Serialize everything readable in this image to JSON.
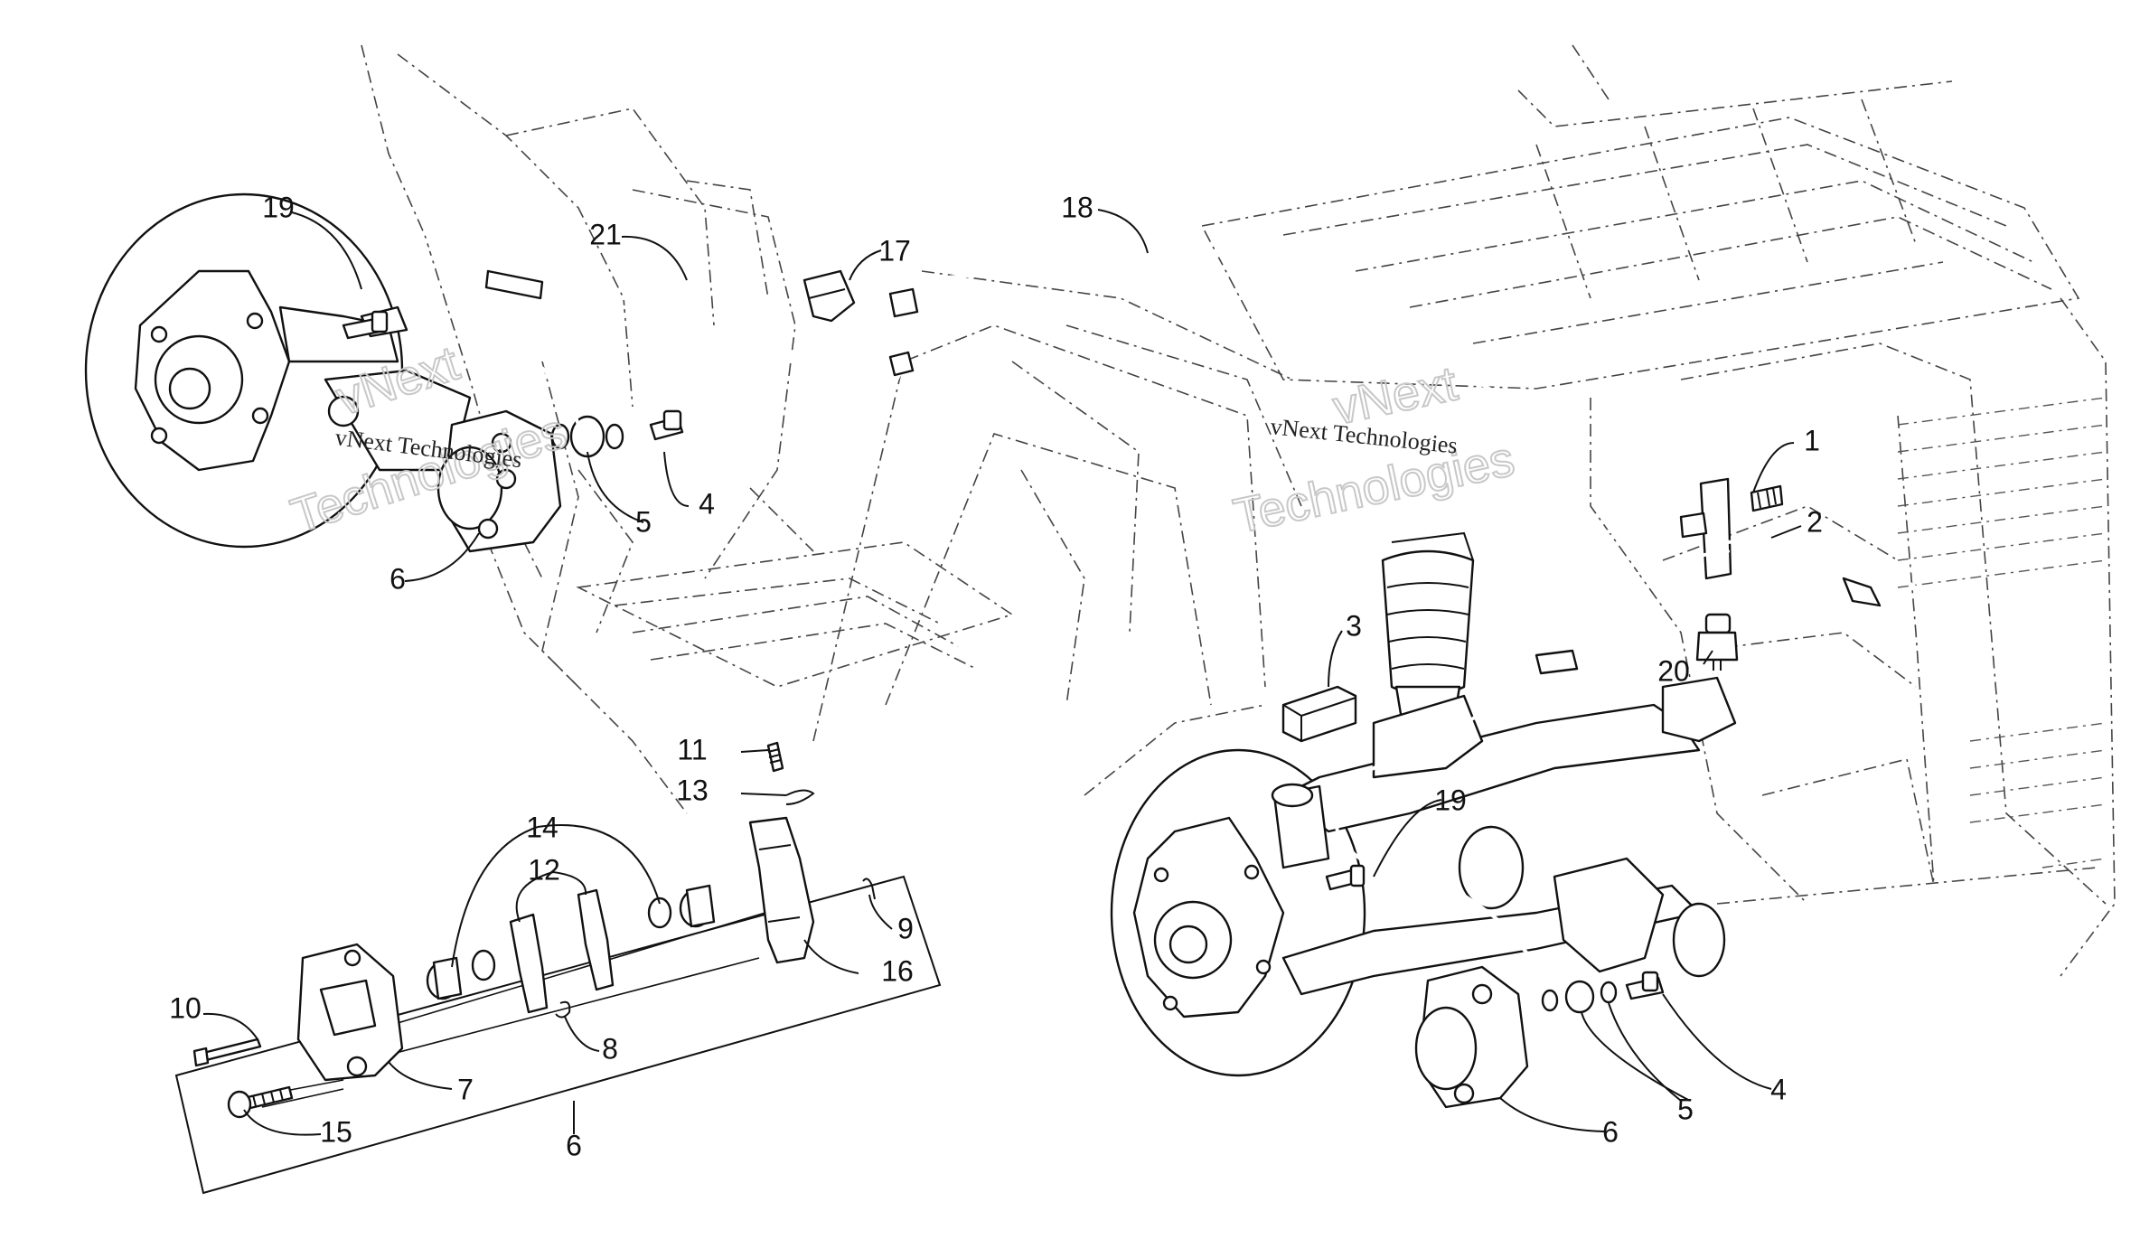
{
  "callouts": {
    "c1": "1",
    "c2": "2",
    "c3": "3",
    "c4_left": "4",
    "c4_right": "4",
    "c5_left": "5",
    "c5_right": "5",
    "c6_left": "6",
    "c6_right": "6",
    "c6_kit": "6",
    "c7": "7",
    "c8": "8",
    "c9": "9",
    "c10": "10",
    "c11": "11",
    "c12": "12",
    "c13": "13",
    "c14": "14",
    "c15": "15",
    "c16": "16",
    "c17": "17",
    "c18": "18",
    "c19_left": "19",
    "c19_right": "19",
    "c20": "20",
    "c21": "21"
  },
  "watermarks": {
    "left_small": "vNext Technologies",
    "left_big_1": "vNext",
    "left_big_2": "Technologies",
    "right_small": "vNext Technologies",
    "right_big_1": "vNext",
    "right_big_2": "Technologies"
  }
}
